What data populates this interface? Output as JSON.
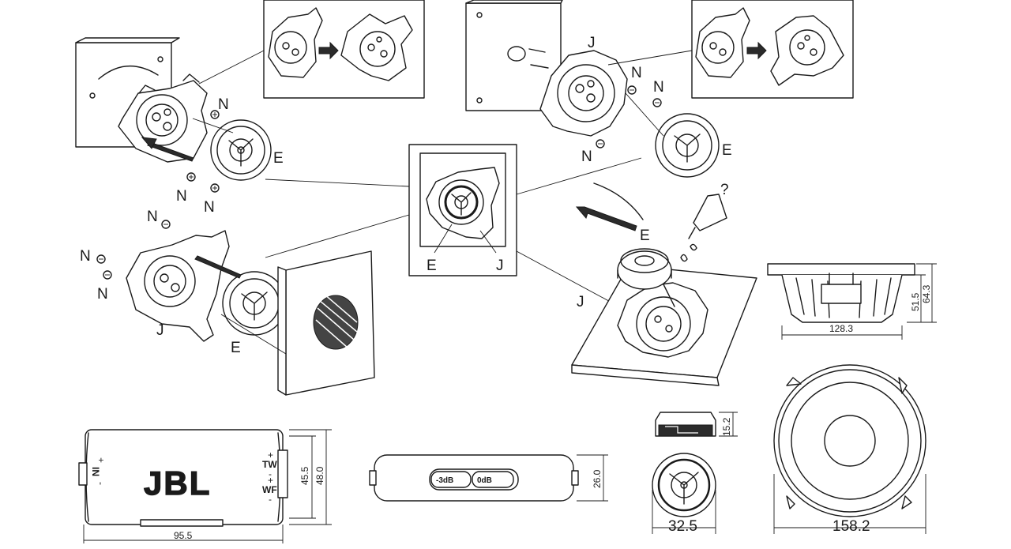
{
  "callouts": {
    "E": "E",
    "J": "J",
    "N": "N",
    "question": "?"
  },
  "dimensions": {
    "side_width": "128.3",
    "side_height_a": "51.5",
    "side_height_b": "64.3",
    "xover_length": "95.5",
    "xover_height_a": "45.5",
    "xover_height_b": "48.0",
    "attenuator_height": "26.0",
    "tweeter_height": "15.2",
    "tweeter_diameter": "32.5",
    "woofer_diameter": "158.2"
  },
  "crossover": {
    "brand": "JBL",
    "input_label": "IN",
    "tw_label": "TW",
    "wf_label": "WF",
    "plus": "+",
    "minus": "-"
  },
  "attenuator": {
    "left_label": "-3dB",
    "right_label": "0dB"
  }
}
